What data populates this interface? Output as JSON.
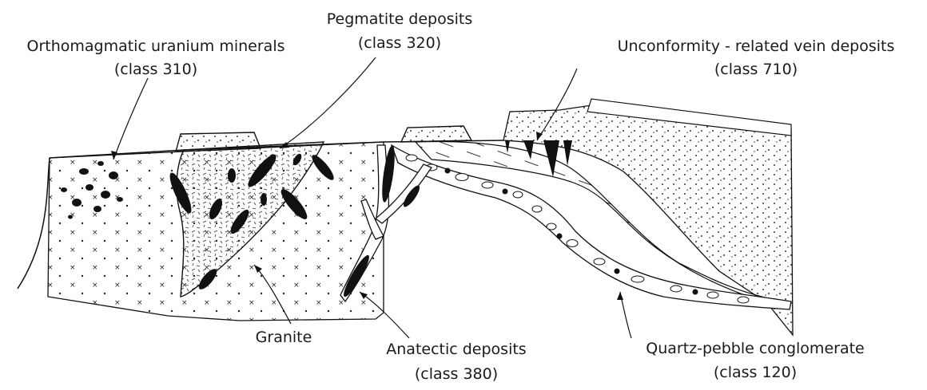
{
  "diagram": {
    "colors": {
      "ink": "#111111",
      "paper": "#f9f8f6",
      "fill": "#ffffff"
    },
    "labels": {
      "orthomagmatic": {
        "line1": "Orthomagmatic uranium minerals",
        "line2": "(class 310)"
      },
      "pegmatite": {
        "line1": "Pegmatite deposits",
        "line2": "(class 320)"
      },
      "unconformity": {
        "line1": "Unconformity - related vein deposits",
        "line2": "(class 710)"
      },
      "granite": "Granite",
      "anatectic": {
        "line1": "Anatectic deposits",
        "line2": "(class 380)"
      },
      "conglomerate": {
        "line1": "Quartz-pebble conglomerate",
        "line2": "(class 120)"
      }
    }
  }
}
